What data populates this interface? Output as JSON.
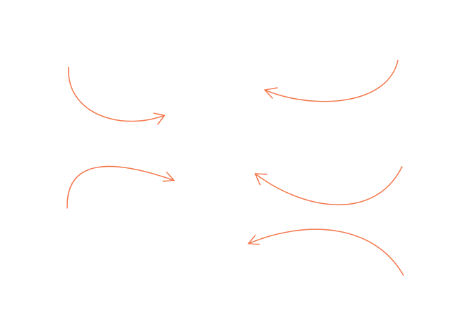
{
  "style": {
    "stroke_color": "#f47a50",
    "background": "#ffffff"
  },
  "arrows": [
    {
      "name": "curved-arrow-top-left",
      "direction": "right"
    },
    {
      "name": "curved-arrow-top-right",
      "direction": "left"
    },
    {
      "name": "curved-arrow-middle-left",
      "direction": "right"
    },
    {
      "name": "curved-arrow-middle-right",
      "direction": "left"
    },
    {
      "name": "curved-arrow-bottom-right",
      "direction": "left"
    }
  ]
}
